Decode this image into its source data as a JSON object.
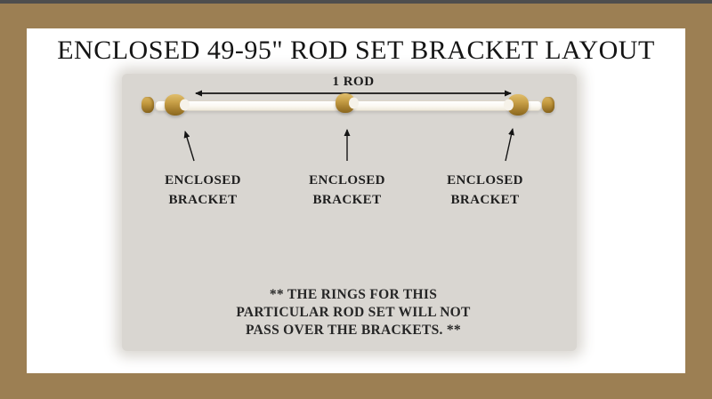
{
  "title": "ENCLOSED 49-95\" ROD SET BRACKET LAYOUT",
  "diagram": {
    "rod_dimension_label": "1 ROD",
    "bracket_labels": [
      "ENCLOSED BRACKET",
      "ENCLOSED BRACKET",
      "ENCLOSED BRACKET"
    ],
    "note_lines": [
      "** THE RINGS FOR THIS",
      "PARTICULAR ROD SET WILL NOT",
      "PASS OVER THE BRACKETS. **"
    ]
  },
  "colors": {
    "frame_brown": "#9c7f53",
    "top_edge_strip": "#4e4e4e",
    "inner_card": "#ffffff",
    "photo_panel_gray": "#d9d6d1",
    "brass_gold": "#c49a3f",
    "text": "#1c1c1c"
  }
}
